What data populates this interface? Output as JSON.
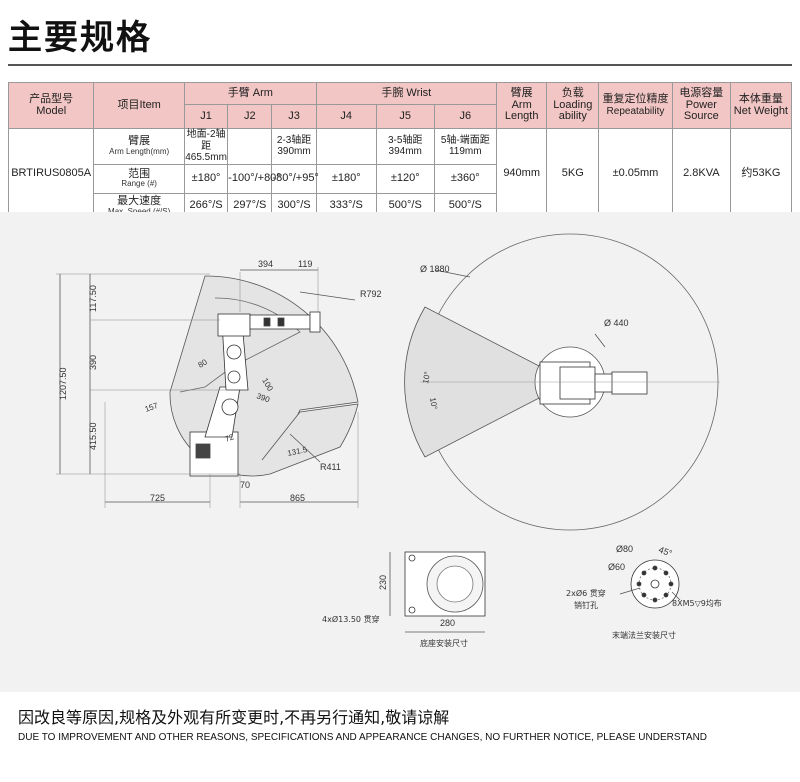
{
  "title": "主要规格",
  "table": {
    "h_model_cn": "产品型号",
    "h_model_en": "Model",
    "h_item": "项目Item",
    "h_arm": "手臂 Arm",
    "h_wrist": "手腕 Wrist",
    "h_armlen_cn": "臂展",
    "h_armlen_en1": "Arm",
    "h_armlen_en2": "Length",
    "h_load_cn": "负载",
    "h_load_en1": "Loading",
    "h_load_en2": "ability",
    "h_repeat_cn": "重复定位精度",
    "h_repeat_en": "Repeatability",
    "h_power_cn": "电源容量",
    "h_power_en1": "Power",
    "h_power_en2": "Source",
    "h_weight_cn": "本体重量",
    "h_weight_en": "Net Weight",
    "joints": [
      "J1",
      "J2",
      "J3",
      "J4",
      "J5",
      "J6"
    ],
    "model": "BRTIRUS0805A",
    "rows": [
      {
        "cn": "臂展",
        "en": "Arm Length(mm)",
        "cells": [
          {
            "a": "地面-2轴距",
            "b": "465.5mm"
          },
          {
            "a": "",
            "b": ""
          },
          {
            "a": "2-3轴距",
            "b": "390mm"
          },
          {
            "a": "",
            "b": ""
          },
          {
            "a": "3-5轴距",
            "b": "394mm"
          },
          {
            "a": "5轴-端面距",
            "b": "119mm"
          }
        ]
      },
      {
        "cn": "范围",
        "en": "Range (#)",
        "cells": [
          "±180°",
          "-100°/+80°",
          "-80°/+95°",
          "±180°",
          "±120°",
          "±360°"
        ]
      },
      {
        "cn": "最大速度",
        "en": "Max. Speed (#/S)",
        "cells": [
          "266°/S",
          "297°/S",
          "300°/S",
          "333°/S",
          "500°/S",
          "500°/S"
        ]
      }
    ],
    "arm_length": "940mm",
    "load": "5KG",
    "repeatability": "±0.05mm",
    "power": "2.8KVA",
    "weight": "约53KG"
  },
  "drawing": {
    "side": {
      "d394": "394",
      "d119": "119",
      "r792": "R792",
      "v117": "117.50",
      "v390": "390",
      "v415": "415.50",
      "v1207": "1207.50",
      "a80": "80",
      "a100": "100",
      "a157": "157",
      "a390": "390",
      "a72": "72",
      "a131": "131.5",
      "r411": "R411",
      "h70": "70",
      "h725": "725",
      "h865": "865"
    },
    "top": {
      "d1880": "Ø 1880",
      "d440": "Ø 440",
      "a10a": "10°",
      "a10b": "10°"
    },
    "base": {
      "h230": "230",
      "w280": "280",
      "holes": "4xØ13.50 贯穿",
      "caption": "底座安装尺寸"
    },
    "flange": {
      "d80": "Ø80",
      "d60": "Ø60",
      "ang": "45°",
      "pin": "2xØ6 贯穿",
      "pin2": "销钉孔",
      "thread": "8XM5▽9均布",
      "caption": "末端法兰安装尺寸"
    }
  },
  "footer": {
    "cn": "因改良等原因,规格及外观有所变更时,不再另行通知,敬请谅解",
    "en": "DUE TO IMPROVEMENT AND OTHER REASONS, SPECIFICATIONS AND APPEARANCE CHANGES, NO FURTHER NOTICE, PLEASE UNDERSTAND"
  }
}
